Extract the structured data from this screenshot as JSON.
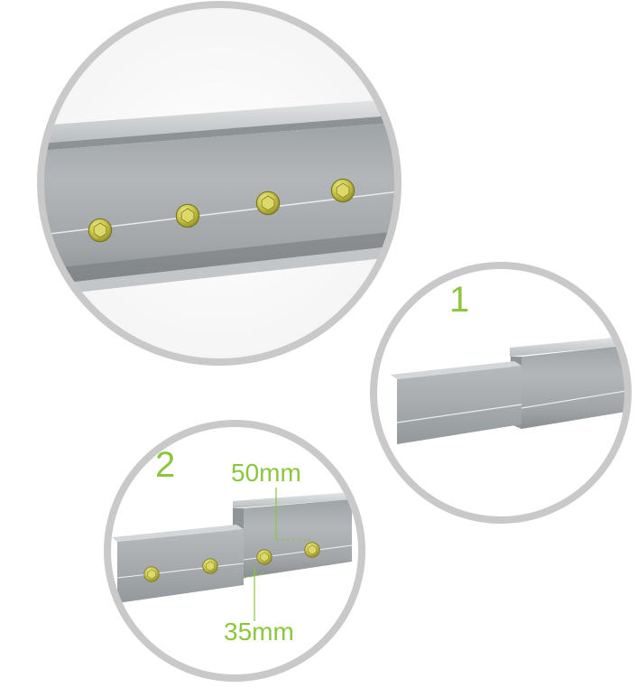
{
  "steps": {
    "one": {
      "number": "1"
    },
    "two": {
      "number": "2",
      "dimension_top": "50mm",
      "dimension_bottom": "35mm"
    }
  },
  "colors": {
    "accent": "#8cc63f",
    "ring": "#c9c9c9",
    "rail_face": "#a9adb0",
    "rail_top": "#d2d5d7",
    "rail_shadow": "#7f8487",
    "bolt": "#c9c64a"
  },
  "icons": [
    "bolt-icon"
  ]
}
